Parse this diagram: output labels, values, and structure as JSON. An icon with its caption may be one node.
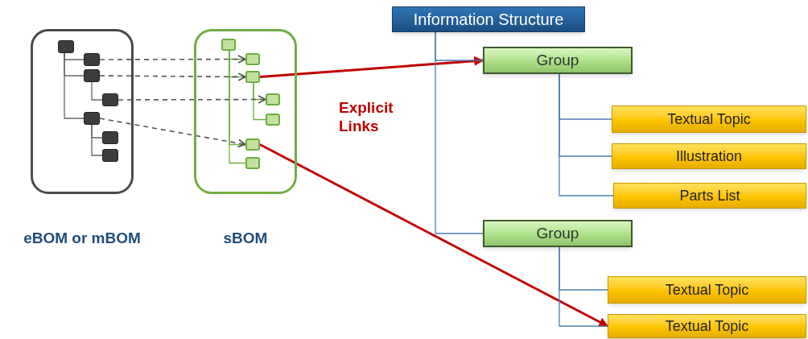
{
  "diagram": {
    "nodes": [
      {
        "text": [
          "eBOM or mBOM"
        ]
      },
      {
        "text": [
          "sBOM"
        ]
      },
      {
        "text": [],
        "shape": "box",
        "in": 0
      },
      {
        "text": [],
        "shape": "box",
        "in": 0
      },
      {
        "text": [],
        "shape": "box",
        "in": 0
      },
      {
        "text": [],
        "shape": "box",
        "in": 0
      },
      {
        "text": [],
        "shape": "box",
        "in": 0
      },
      {
        "text": [],
        "shape": "box",
        "in": 0
      },
      {
        "text": [],
        "shape": "box",
        "in": 0
      },
      {
        "text": [],
        "shape": "box",
        "in": 1
      },
      {
        "text": [],
        "shape": "box",
        "in": 1
      },
      {
        "text": [],
        "shape": "box",
        "in": 1
      },
      {
        "text": [],
        "shape": "box",
        "in": 1
      },
      {
        "text": [],
        "shape": "box",
        "in": 1
      },
      {
        "text": [],
        "shape": "box",
        "in": 1
      },
      {
        "text": [],
        "shape": "box",
        "in": 1
      },
      {
        "text": [
          "Information Structure"
        ]
      },
      {
        "text": [
          "Group"
        ]
      },
      {
        "text": [
          "Textual Topic"
        ]
      },
      {
        "text": [
          "Illustration"
        ]
      },
      {
        "text": [
          "Parts List"
        ]
      },
      {
        "text": [
          "Group"
        ]
      },
      {
        "text": [
          "Textual Topic"
        ]
      },
      {
        "text": [
          "Textual Topic"
        ]
      }
    ],
    "edges": [
      {
        "from": 2,
        "to": 3,
        "arrow": "none",
        "color": "#666666"
      },
      {
        "from": 2,
        "to": 4,
        "arrow": "none",
        "color": "#666666"
      },
      {
        "from": 2,
        "to": 6,
        "arrow": "none",
        "color": "#666666"
      },
      {
        "from": 4,
        "to": 5,
        "arrow": "none",
        "color": "#666666"
      },
      {
        "from": 6,
        "to": 7,
        "arrow": "none",
        "color": "#666666"
      },
      {
        "from": 6,
        "to": 8,
        "arrow": "none",
        "color": "#666666"
      },
      {
        "from": 9,
        "to": 10,
        "arrow": "none",
        "color": "#6cae3e"
      },
      {
        "from": 9,
        "to": 11,
        "arrow": "none",
        "color": "#6cae3e"
      },
      {
        "from": 9,
        "to": 14,
        "arrow": "none",
        "color": "#6cae3e"
      },
      {
        "from": 9,
        "to": 15,
        "arrow": "none",
        "color": "#6cae3e"
      },
      {
        "from": 11,
        "to": 12,
        "arrow": "none",
        "color": "#6cae3e"
      },
      {
        "from": 11,
        "to": 13,
        "arrow": "none",
        "color": "#6cae3e"
      },
      {
        "from": 3,
        "to": 10,
        "arrow": "to",
        "style": "dashed",
        "color": "#555555"
      },
      {
        "from": 4,
        "to": 11,
        "arrow": "to",
        "style": "dashed",
        "color": "#555555"
      },
      {
        "from": 5,
        "to": 12,
        "arrow": "to",
        "style": "dashed",
        "color": "#555555"
      },
      {
        "from": 6,
        "to": 14,
        "arrow": "to",
        "style": "dashed",
        "color": "#555555"
      },
      {
        "from": 11,
        "to": 17,
        "arrow": "to",
        "style": "thick",
        "color": "#c00000"
      },
      {
        "from": 14,
        "to": 23,
        "arrow": "to",
        "style": "thick",
        "color": "#c00000"
      },
      {
        "from": 16,
        "to": 17,
        "arrow": "none"
      },
      {
        "from": 16,
        "to": 21,
        "arrow": "none"
      },
      {
        "from": 17,
        "to": 18,
        "arrow": "none"
      },
      {
        "from": 17,
        "to": 19,
        "arrow": "none"
      },
      {
        "from": 17,
        "to": 20,
        "arrow": "none"
      },
      {
        "from": 21,
        "to": 22,
        "arrow": "none"
      },
      {
        "from": 21,
        "to": 23,
        "arrow": "none"
      }
    ],
    "labels": [
      "Explicit Links"
    ]
  }
}
